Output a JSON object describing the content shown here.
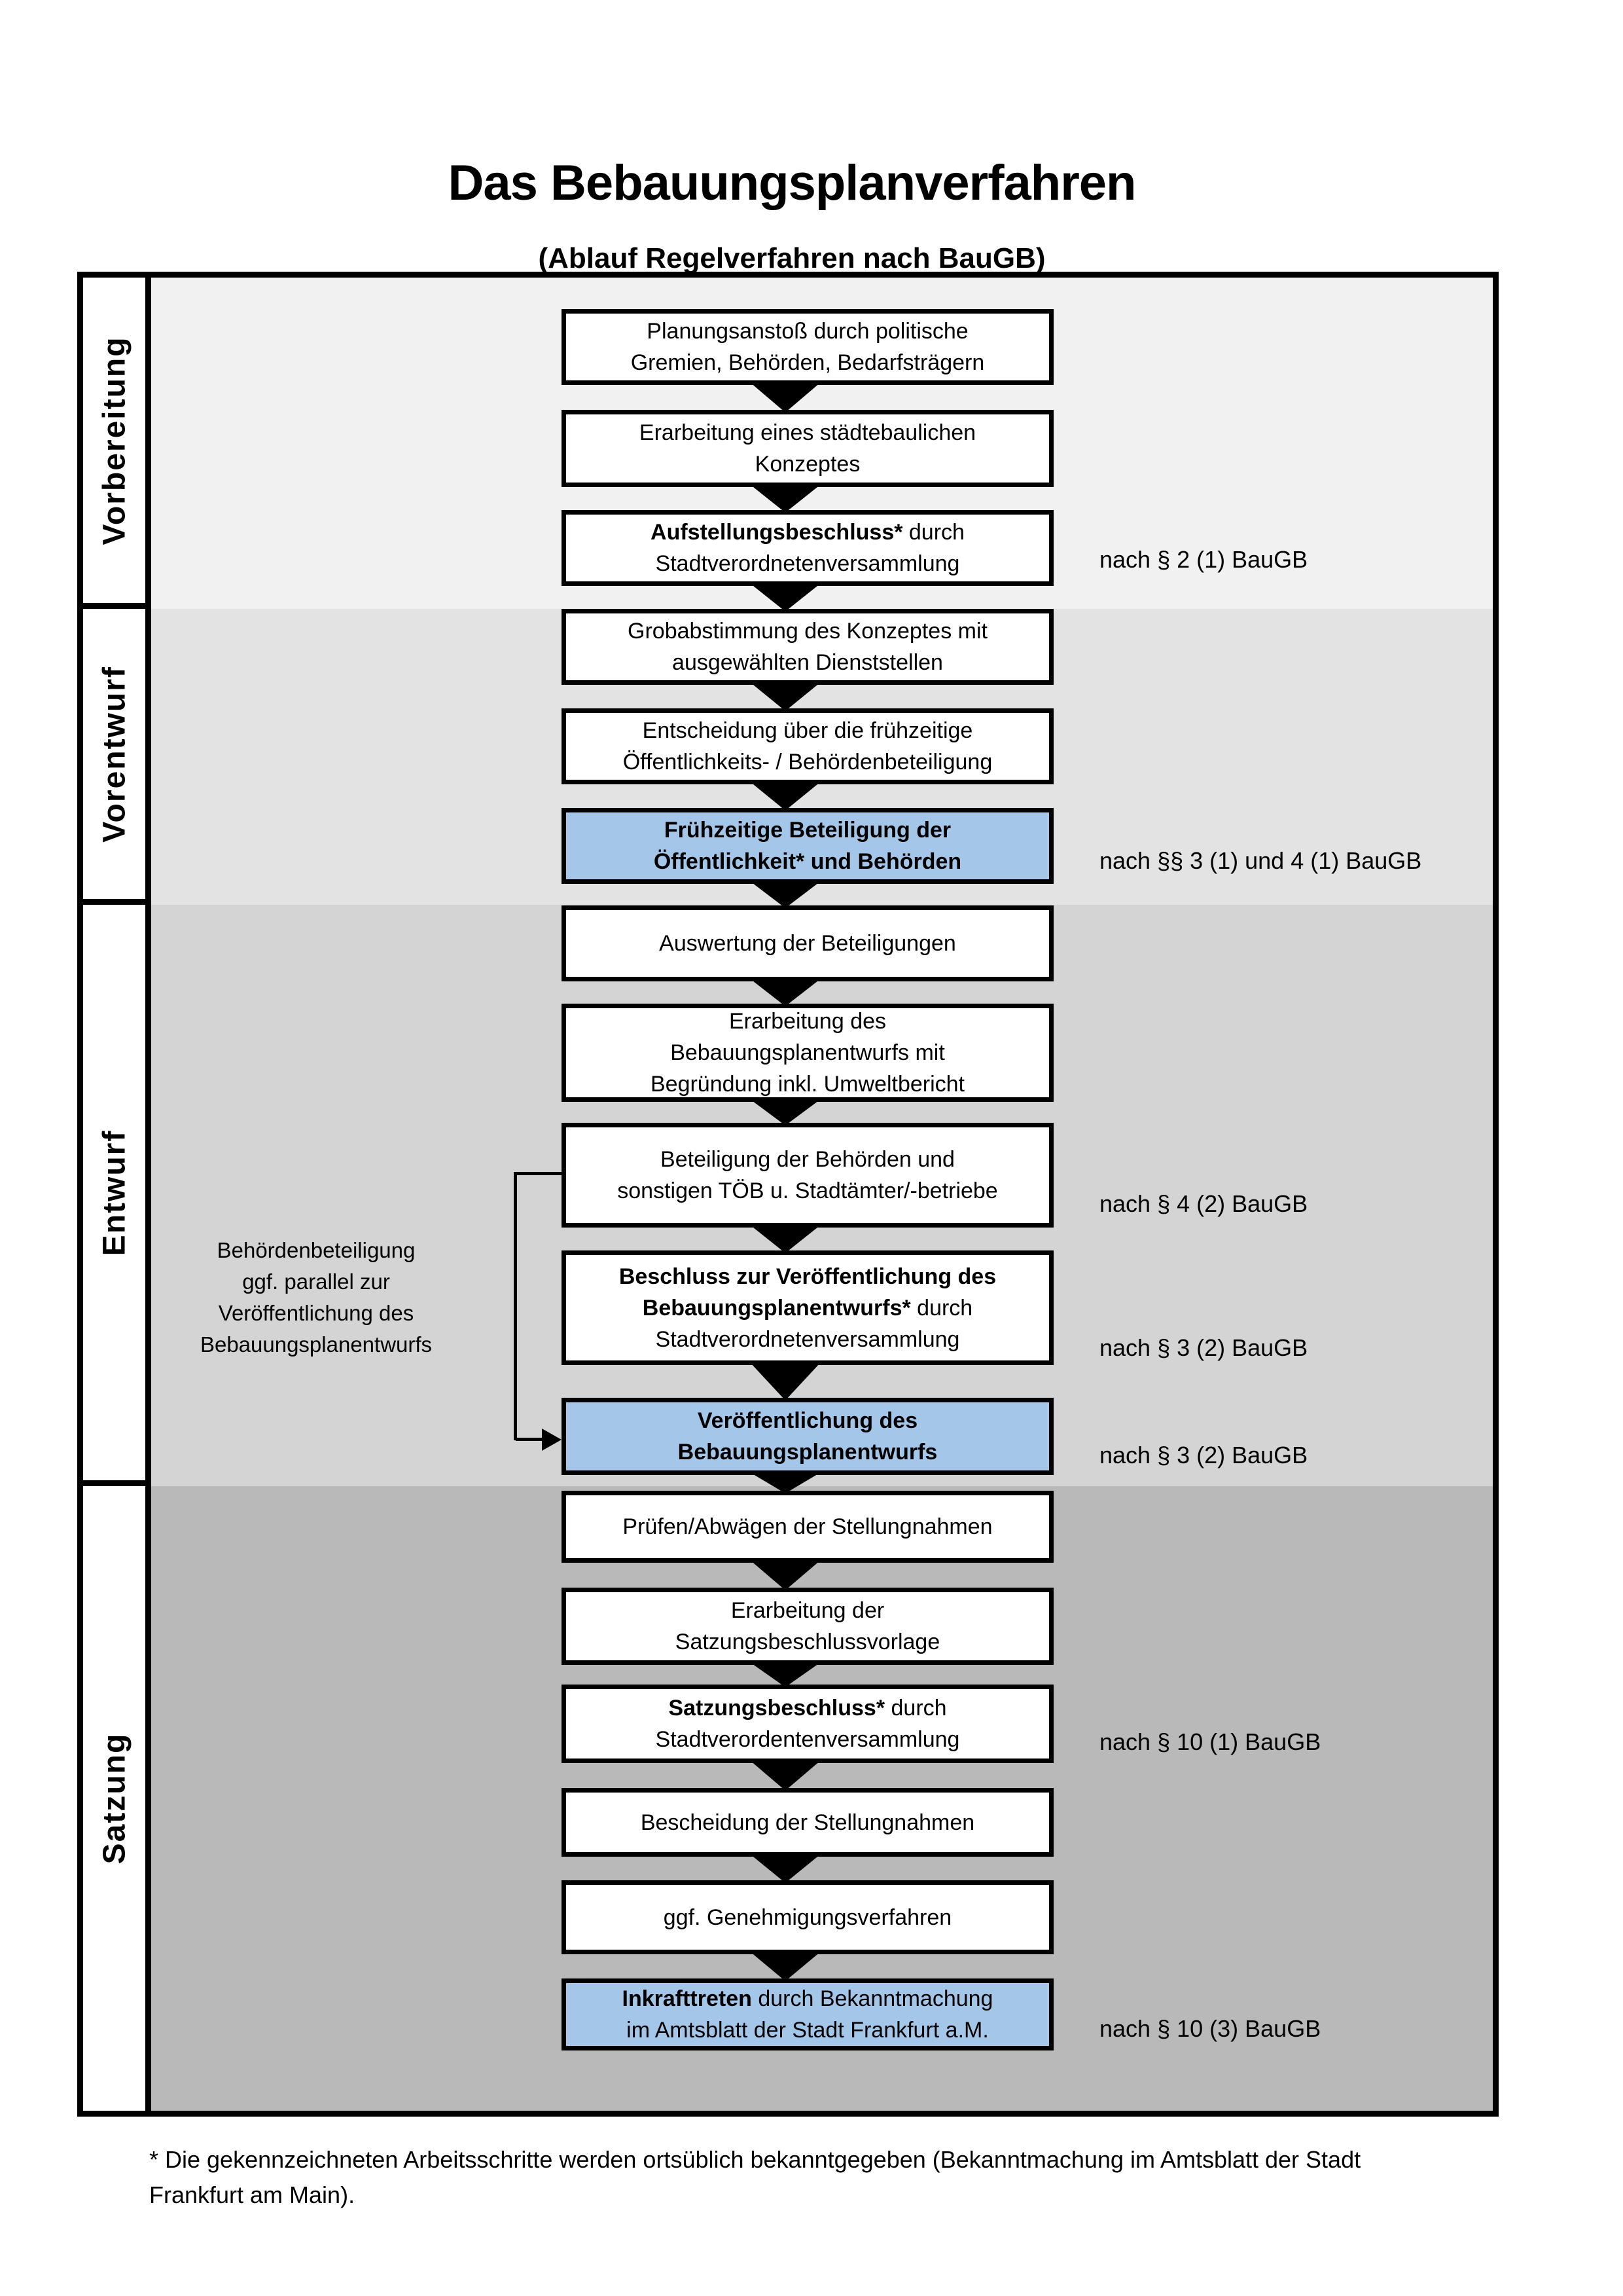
{
  "page": {
    "title": "Das Bebauungsplanverfahren",
    "subtitle": "(Ablauf Regelverfahren nach BauGB)"
  },
  "colors": {
    "highlight_box": "#a4c6e8",
    "box_border": "#000000",
    "section_bgs": [
      "#f1f1f1",
      "#e3e3e3",
      "#d4d4d4",
      "#b9b9b9"
    ]
  },
  "sections": [
    {
      "label": "Vorbereitung",
      "bg": "#f1f1f1"
    },
    {
      "label": "Vorentwurf",
      "bg": "#e3e3e3"
    },
    {
      "label": "Entwurf",
      "bg": "#d4d4d4"
    },
    {
      "label": "Satzung",
      "bg": "#b9b9b9"
    }
  ],
  "flow": {
    "boxes": [
      {
        "lines": [
          [
            {
              "t": "Planungsanstoß durch politische"
            }
          ],
          [
            {
              "t": "Gremien, Behörden, Bedarfsträgern"
            }
          ]
        ]
      },
      {
        "lines": [
          [
            {
              "t": "Erarbeitung eines städtebaulichen"
            }
          ],
          [
            {
              "t": "Konzeptes"
            }
          ]
        ]
      },
      {
        "lines": [
          [
            {
              "t": "Aufstellungsbeschluss*"
            },
            {
              "t": " durch"
            }
          ],
          [
            {
              "t": "Stadtverordnetenversammlung"
            }
          ]
        ]
      },
      {
        "lines": [
          [
            {
              "t": "Grobabstimmung des Konzeptes mit"
            }
          ],
          [
            {
              "t": "ausgewählten Dienststellen"
            }
          ]
        ]
      },
      {
        "lines": [
          [
            {
              "t": "Entscheidung über die frühzeitige"
            }
          ],
          [
            {
              "t": "Öffentlichkeits- / Behördenbeteiligung"
            }
          ]
        ]
      },
      {
        "lines": [
          [
            {
              "t": "Frühzeitige Beteiligung der"
            }
          ],
          [
            {
              "t": "Öffentlichkeit* und Behörden"
            }
          ]
        ]
      },
      {
        "lines": [
          [
            {
              "t": "Auswertung der Beteiligungen"
            }
          ]
        ]
      },
      {
        "lines": [
          [
            {
              "t": "Erarbeitung des"
            }
          ],
          [
            {
              "t": "Bebauungsplanentwurfs mit"
            }
          ],
          [
            {
              "t": "Begründung inkl. Umweltbericht"
            }
          ]
        ]
      },
      {
        "lines": [
          [
            {
              "t": "Beteiligung der Behörden und"
            }
          ],
          [
            {
              "t": "sonstigen TÖB u. Stadtämter/-betriebe"
            }
          ]
        ]
      },
      {
        "lines": [
          [
            {
              "t": "Beschluss zur Veröffentlichung des"
            }
          ],
          [
            {
              "t": "Bebauungsplanentwurfs*"
            },
            {
              "t": " durch"
            }
          ],
          [
            {
              "t": "Stadtverordnetenversammlung"
            }
          ]
        ]
      },
      {
        "lines": [
          [
            {
              "t": "Veröffentlichung des"
            }
          ],
          [
            {
              "t": "Bebauungsplanentwurfs"
            }
          ]
        ]
      },
      {
        "lines": [
          [
            {
              "t": "Prüfen/Abwägen der Stellungnahmen"
            }
          ]
        ]
      },
      {
        "lines": [
          [
            {
              "t": "Erarbeitung der"
            }
          ],
          [
            {
              "t": "Satzungsbeschlussvorlage"
            }
          ]
        ]
      },
      {
        "lines": [
          [
            {
              "t": "Satzungsbeschluss*"
            },
            {
              "t": " durch"
            }
          ],
          [
            {
              "t": "Stadtverordentenversammlung"
            }
          ]
        ]
      },
      {
        "lines": [
          [
            {
              "t": "Bescheidung der Stellungnahmen"
            }
          ]
        ]
      },
      {
        "lines": [
          [
            {
              "t": "ggf. Genehmigungsverfahren"
            }
          ]
        ]
      },
      {
        "lines": [
          [
            {
              "t": "Inkrafttreten"
            },
            {
              "t": " durch Bekanntmachung"
            }
          ],
          [
            {
              "t": "im Amtsblatt der Stadt Frankfurt a.M."
            }
          ]
        ]
      }
    ]
  },
  "annotations": [
    "nach § 2 (1) BauGB",
    "nach §§ 3 (1) und 4 (1) BauGB",
    "nach § 4 (2) BauGB",
    "nach § 3 (2) BauGB",
    "nach § 3 (2) BauGB",
    "nach § 10 (1) BauGB",
    "nach § 10 (3) BauGB"
  ],
  "side_note": {
    "lines": [
      "Behördenbeteiligung",
      "ggf. parallel zur",
      "Veröffentlichung des",
      "Bebauungsplanentwurfs"
    ]
  },
  "footnote": {
    "line1": "* Die gekennzeichneten Arbeitsschritte werden ortsüblich bekanntgegeben (Bekanntmachung im Amtsblatt  der Stadt",
    "line2": "Frankfurt am Main)."
  }
}
